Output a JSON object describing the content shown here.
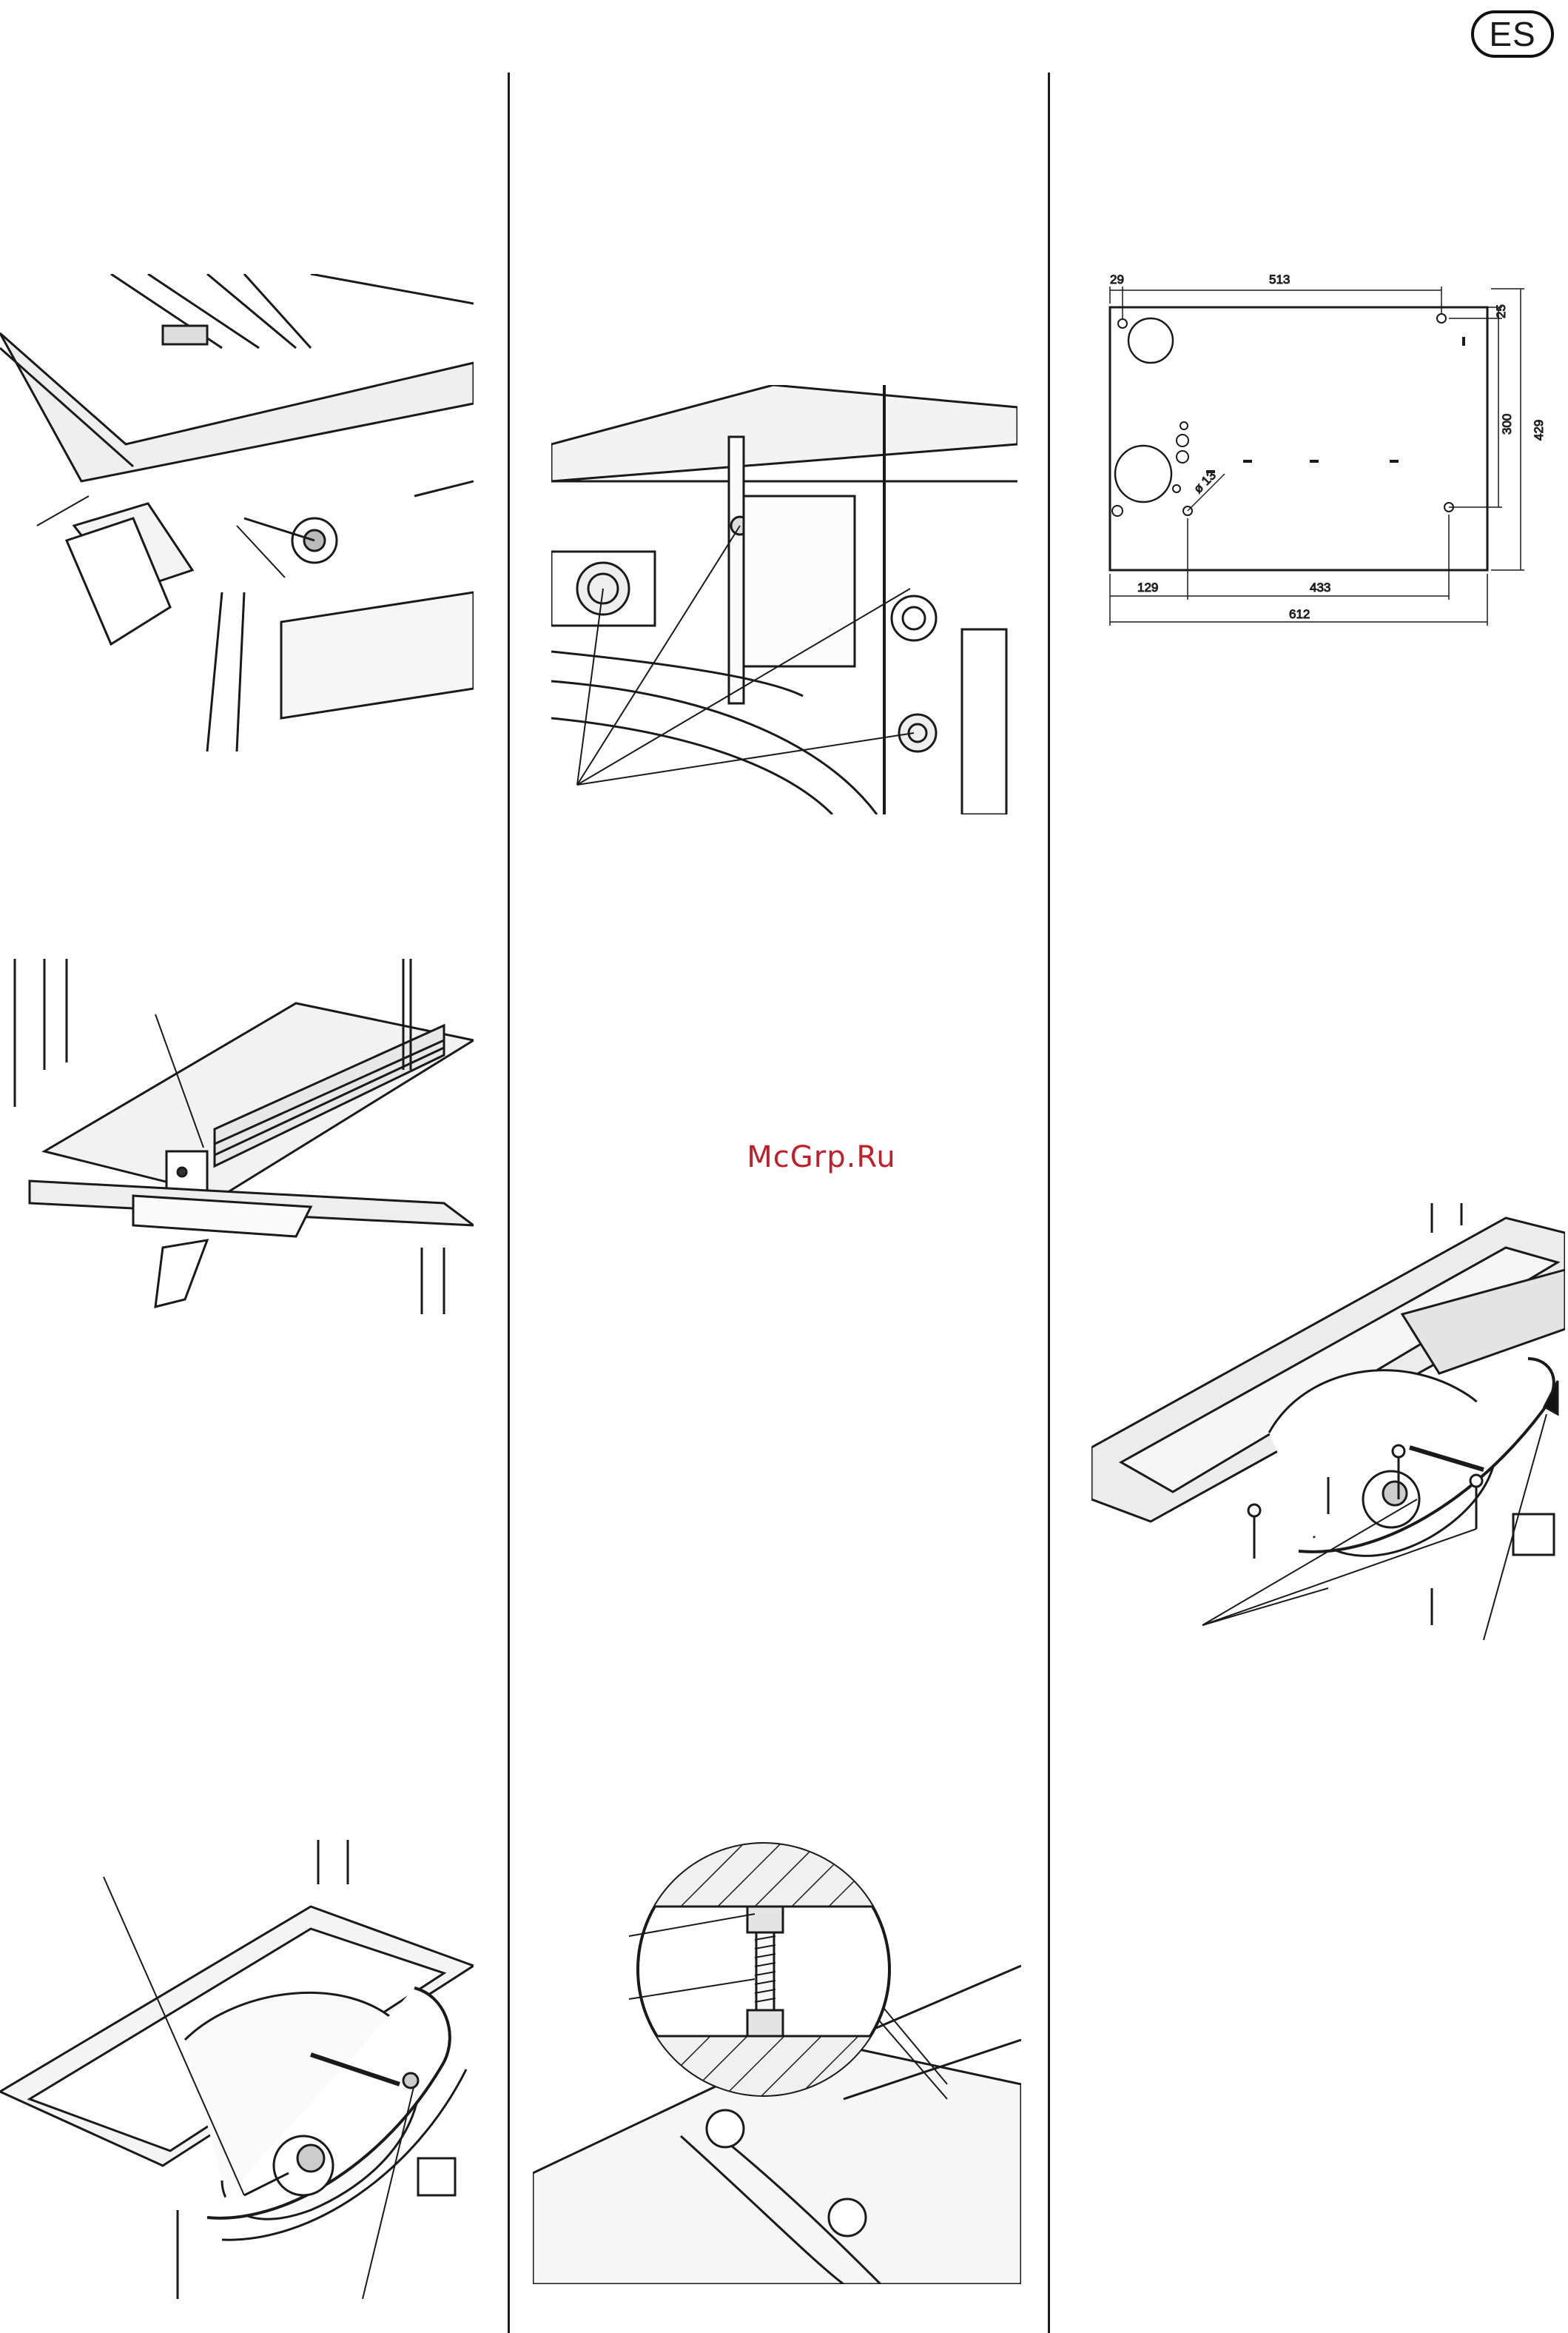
{
  "page": {
    "lang_badge": "ES"
  },
  "watermark": {
    "text": "McGrp.Ru"
  },
  "colors": {
    "ink": "#1a1a1a",
    "watermark": "#c0202a",
    "panel": "#e6e6e6"
  },
  "drawing": {
    "dim_29": "29",
    "dim_513": "513",
    "dim_25": "25",
    "dim_300": "300",
    "dim_429": "429",
    "dim_129": "129",
    "dim_433": "433",
    "dim_612": "612",
    "dim_hole": "ø 13"
  }
}
